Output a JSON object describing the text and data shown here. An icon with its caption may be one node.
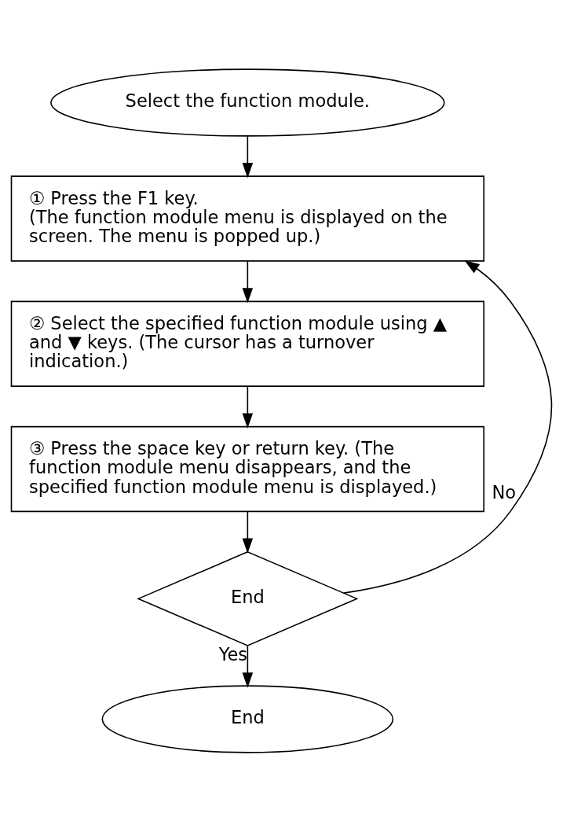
{
  "diagram": {
    "nodes": [
      {
        "text": [
          "Select the function module."
        ]
      },
      {
        "text": [
          "① Press the F1 key.",
          "(The function module menu is displayed on the screen. The menu is popped up.)"
        ]
      },
      {
        "text": [
          "② Select the specified function module using ▲ and ▼ keys. (The cursor has a turnover indication.)"
        ]
      },
      {
        "text": [
          "③ Press the space key or return key. (The function module menu disappears, and the specified function module menu is displayed.)"
        ]
      },
      {
        "text": [
          "End"
        ]
      },
      {
        "text": [
          "End"
        ]
      }
    ],
    "edges": [
      {
        "from": 0,
        "to": 1,
        "arrow": "to"
      },
      {
        "from": 1,
        "to": 2,
        "arrow": "to"
      },
      {
        "from": 2,
        "to": 3,
        "arrow": "to"
      },
      {
        "from": 3,
        "to": 4,
        "arrow": "to"
      },
      {
        "from": 4,
        "to": 5,
        "arrow": "to",
        "label": "Yes"
      },
      {
        "from": 4,
        "to": 1,
        "arrow": "to",
        "label": "No"
      }
    ]
  }
}
